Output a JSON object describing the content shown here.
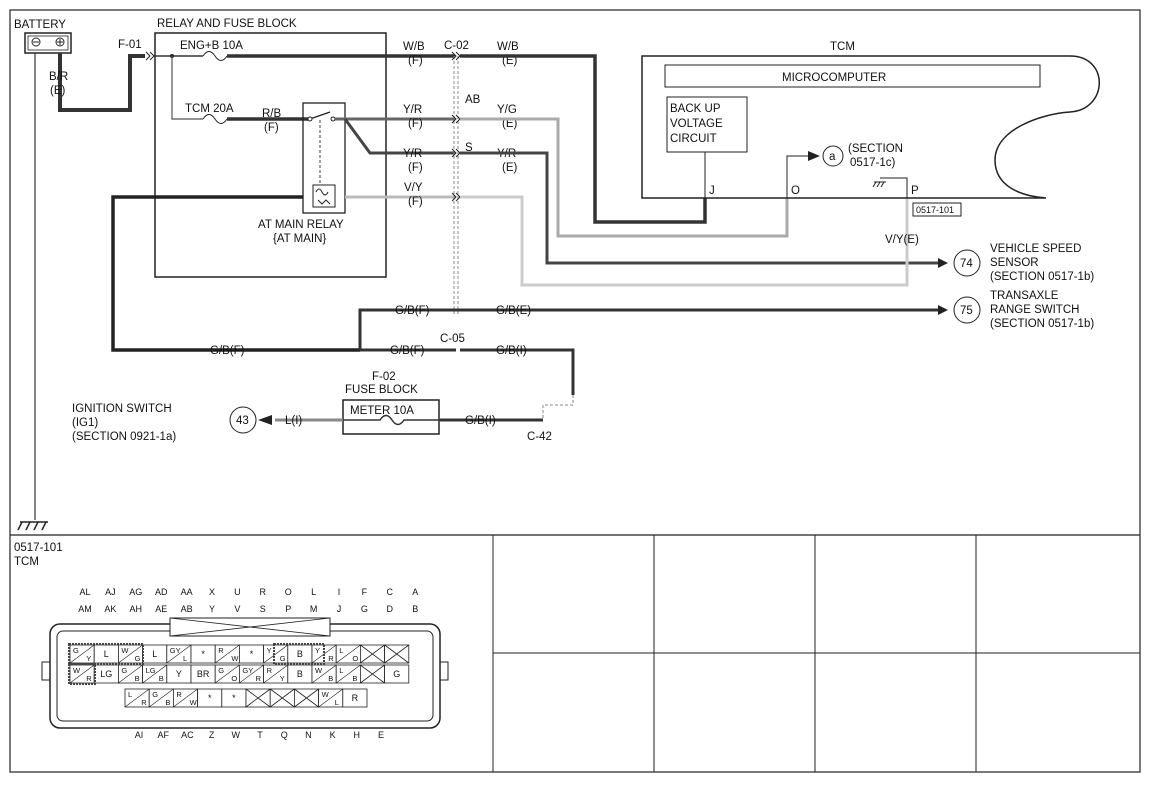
{
  "diagram": {
    "battery": {
      "label": "BATTERY",
      "wire": "B/R",
      "suffix": "(E)",
      "connector": "F-01"
    },
    "relay_block": {
      "label": "RELAY AND FUSE BLOCK",
      "fuse1": "ENG+B 10A",
      "fuse2": "TCM 20A",
      "relay": "AT MAIN RELAY",
      "relay_code": "{AT MAIN}"
    },
    "wires": [
      {
        "left": "W/B",
        "left_sfx": "(F)",
        "right": "W/B",
        "right_sfx": "(E)",
        "mid": "C-02"
      },
      {
        "left": "Y/R",
        "left_sfx": "(F)",
        "right": "Y/G",
        "right_sfx": "(E)",
        "mid": "AB"
      },
      {
        "left": "Y/R",
        "left_sfx": "(F)",
        "right": "Y/R",
        "right_sfx": "(E)",
        "mid": "S"
      },
      {
        "left": "V/Y",
        "left_sfx": "(F)"
      }
    ],
    "relay_wire": "R/B",
    "relay_wire_sfx": "(F)",
    "tcm": {
      "label": "TCM",
      "micro": "MICROCOMPUTER",
      "backup": [
        "BACK UP",
        "VOLTAGE",
        "CIRCUIT"
      ],
      "pins": [
        "J",
        "O",
        "P"
      ],
      "connector_id": "0517-101",
      "section_ref": [
        "(SECTION",
        "0517-1c)"
      ],
      "circle": "a",
      "vy_label": "V/Y(E)"
    },
    "vss": {
      "num": "74",
      "lines": [
        "VEHICLE SPEED",
        "SENSOR",
        "(SECTION 0517-1b)"
      ]
    },
    "trs": {
      "num": "75",
      "lines": [
        "TRANSAXLE",
        "RANGE SWITCH",
        "(SECTION 0517-1b)"
      ]
    },
    "gb": {
      "f1": "G/B(F)",
      "e1": "G/B(E)",
      "f_left": "G/B(F)",
      "f2": "G/B(F)",
      "c05": "C-05",
      "i1": "G/B(I)",
      "i2": "G/B(I)",
      "c42": "C-42"
    },
    "fuse_block": {
      "id": "F-02",
      "label": "FUSE BLOCK",
      "fuse": "METER 10A"
    },
    "ign": {
      "num": "43",
      "wire": "L(I)",
      "lines": [
        "IGNITION SWITCH",
        "(IG1)",
        "(SECTION 0921-1a)"
      ]
    }
  },
  "connector_panel": {
    "id": "0517-101",
    "name": "TCM",
    "top_row1": [
      "AL",
      "AJ",
      "AG",
      "AD",
      "AA",
      "X",
      "U",
      "R",
      "O",
      "L",
      "I",
      "F",
      "C",
      "A"
    ],
    "top_row2": [
      "AM",
      "AK",
      "AH",
      "AE",
      "AB",
      "Y",
      "V",
      "S",
      "P",
      "M",
      "J",
      "G",
      "D",
      "B"
    ],
    "bottom_row": [
      "AI",
      "AF",
      "AC",
      "Z",
      "W",
      "T",
      "Q",
      "N",
      "K",
      "H",
      "E"
    ],
    "row1": [
      [
        "G",
        "Y"
      ],
      [
        "L",
        ""
      ],
      [
        "W",
        "G"
      ],
      [
        "L",
        ""
      ],
      [
        "GY",
        "L"
      ],
      [
        "*",
        ""
      ],
      [
        "R",
        "W"
      ],
      [
        "*",
        ""
      ],
      [
        "Y",
        "G"
      ],
      [
        "B",
        ""
      ],
      [
        "Y",
        "R"
      ],
      [
        "L",
        "O"
      ],
      [
        "X",
        ""
      ],
      [
        "X",
        ""
      ]
    ],
    "row2": [
      [
        "W",
        "R"
      ],
      [
        "LG",
        ""
      ],
      [
        "G",
        "B"
      ],
      [
        "LG",
        "B"
      ],
      [
        "Y",
        ""
      ],
      [
        "BR",
        ""
      ],
      [
        "G",
        "O"
      ],
      [
        "GY",
        "R"
      ],
      [
        "R",
        "Y"
      ],
      [
        "B",
        ""
      ],
      [
        "W",
        "B"
      ],
      [
        "L",
        "B"
      ],
      [
        "X",
        ""
      ],
      [
        "G",
        ""
      ]
    ],
    "row3": [
      [
        "L",
        "R"
      ],
      [
        "G",
        "B"
      ],
      [
        "R",
        "W"
      ],
      [
        "*",
        ""
      ],
      [
        "*",
        ""
      ],
      [
        "X",
        ""
      ],
      [
        "X",
        ""
      ],
      [
        "X",
        ""
      ],
      [
        "W",
        "L"
      ],
      [
        "R",
        ""
      ]
    ]
  }
}
